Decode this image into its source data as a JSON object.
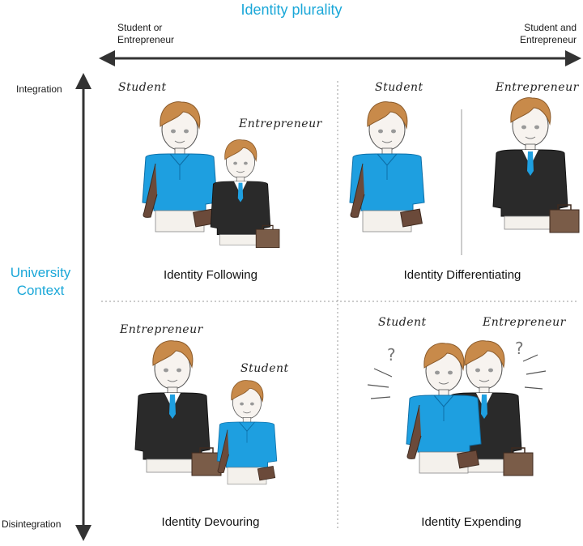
{
  "title": "Identity plurality",
  "x_axis": {
    "left_label": "Student or\nEntrepreneur",
    "right_label": "Student and\nEntrepreneur"
  },
  "y_axis": {
    "top_label": "Integration",
    "bottom_label": "Disintegration",
    "side_label": "University\nContext"
  },
  "quadrants": [
    {
      "caption": "Identity Following",
      "labels": [
        "Student",
        "Entrepreneur"
      ]
    },
    {
      "caption": "Identity Differentiating",
      "labels": [
        "Student",
        "Entrepreneur"
      ]
    },
    {
      "caption": "Identity Devouring",
      "labels": [
        "Entrepreneur",
        "Student"
      ]
    },
    {
      "caption": "Identity Expending",
      "labels": [
        "Student",
        "Entrepreneur"
      ],
      "marks": [
        "?",
        "?"
      ]
    }
  ],
  "colors": {
    "accent": "#1aa7d8",
    "shirt": "#1e9fe0",
    "suit": "#2a2a2a",
    "hair": "#c88a4a",
    "bag": "#6b4a3a",
    "briefcase": "#7a5c48"
  }
}
